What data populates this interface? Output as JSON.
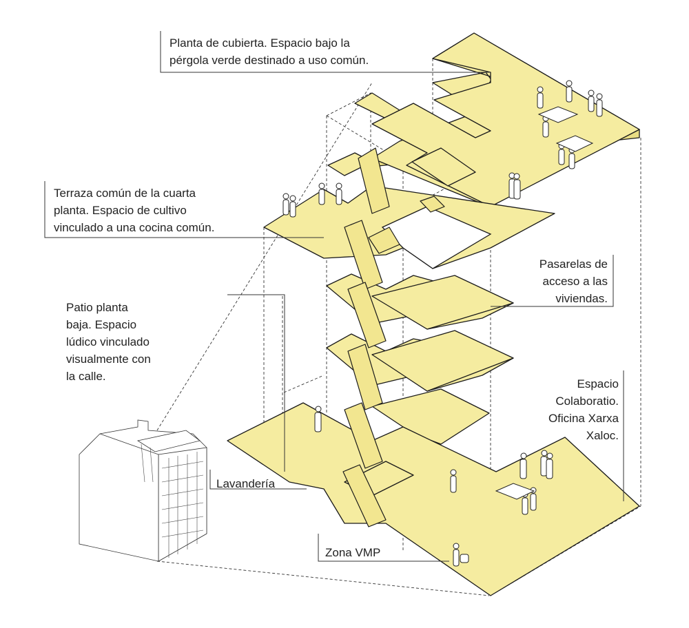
{
  "labels": {
    "cubierta": "Planta de cubierta. Espacio bajo la\npérgola verde destinado a uso común.",
    "terraza": "Terraza común de la cuarta\nplanta. Espacio de cultivo\nvinculado a una cocina común.",
    "patio": "Patio planta\nbaja. Espacio\nlúdico vinculado\nvisualmente con\nla calle.",
    "pasarelas": "Pasarelas de\nacceso a las\nviviendas.",
    "colaborativo": "Espacio\nColaboratio.\nOficina Xarxa\nXaloc.",
    "lavanderia": "Lavandería",
    "vmp": "Zona VMP"
  },
  "colors": {
    "slab_fill": "#f5eca0",
    "line": "#1a1a1a",
    "text": "#222222"
  }
}
